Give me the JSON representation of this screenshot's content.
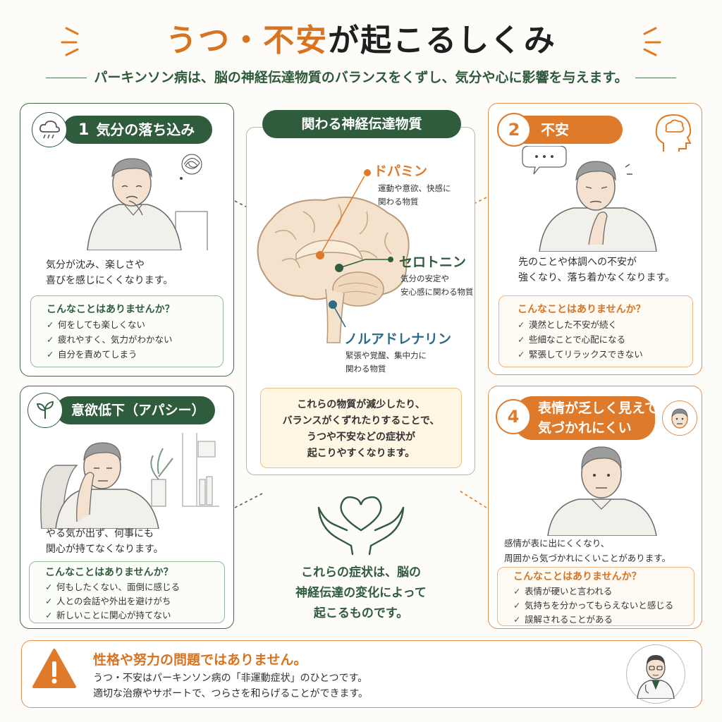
{
  "header": {
    "title_part1": "うつ・不安",
    "title_part2": "が起こるしくみ",
    "subtitle": "パーキンソン病は、脳の神経伝達物質のバランスをくずし、気分や心に影響を与えます。"
  },
  "colors": {
    "green": "#2f5c3c",
    "orange": "#df7a2a",
    "cream": "#fff6e3"
  },
  "cards": {
    "depression": {
      "number": "1",
      "title": "気分の落ち込み",
      "icon": "rain-cloud-icon",
      "desc_line1": "気分が沈み、楽しさや",
      "desc_line2": "喜びを感じにくくなります。",
      "question": "こんなことはありませんか？",
      "items": [
        "何をしても楽しくない",
        "疲れやすく、気力がわかない",
        "自分を責めてしまう"
      ]
    },
    "anxiety": {
      "number": "2",
      "title": "不安",
      "icon": "head-worry-icon",
      "desc_line1": "先のことや体調への不安が",
      "desc_line2": "強くなり、落ち着かなくなります。",
      "question": "こんなことはありませんか？",
      "items": [
        "漠然とした不安が続く",
        "些細なことで心配になる",
        "緊張してリラックスできない"
      ]
    },
    "apathy": {
      "title": "意欲低下（アパシー）",
      "icon": "sprout-icon",
      "desc_line1": "やる気が出ず、何事にも",
      "desc_line2": "関心が持てなくなります。",
      "question": "こんなことはありませんか？",
      "items": [
        "何もしたくない、面倒に感じる",
        "人との会話や外出を避けがち",
        "新しいことに関心が持てない"
      ]
    },
    "expression": {
      "number": "4",
      "title_line1": "表情が乏しく見えて",
      "title_line2": "気づかれにくい",
      "icon": "face-icon",
      "desc_line1": "感情が表に出にくくなり、",
      "desc_line2": "周囲から気づかれにくいことがあります。",
      "question": "こんなことはありませんか？",
      "items": [
        "表情が硬いと言われる",
        "気持ちを分かってもらえないと感じる",
        "誤解されることがある"
      ]
    }
  },
  "center": {
    "title": "関わる神経伝達物質",
    "dopamine": {
      "name": "ドパミン",
      "desc_line1": "運動や意欲、快感に",
      "desc_line2": "関わる物質"
    },
    "serotonin": {
      "name": "セロトニン",
      "desc_line1": "気分の安定や",
      "desc_line2": "安心感に関わる物質"
    },
    "noradrenaline": {
      "name": "ノルアドレナリン",
      "desc_line1": "緊張や覚醒、集中力に",
      "desc_line2": "関わる物質"
    },
    "summary_lines": [
      "これらの物質が減少したり、",
      "バランスがくずれたりすることで、",
      "うつや不安などの症状が",
      "起こりやすくなります。"
    ],
    "conclusion_lines": [
      "これらの症状は、脳の",
      "神経伝達の変化によって",
      "起こるものです。"
    ]
  },
  "bottom": {
    "title": "性格や努力の問題ではありません。",
    "line1": "うつ・不安はパーキンソン病の「非運動症状」のひとつです。",
    "line2": "適切な治療やサポートで、つらさを和らげることができます。",
    "icon": "warning-icon"
  }
}
